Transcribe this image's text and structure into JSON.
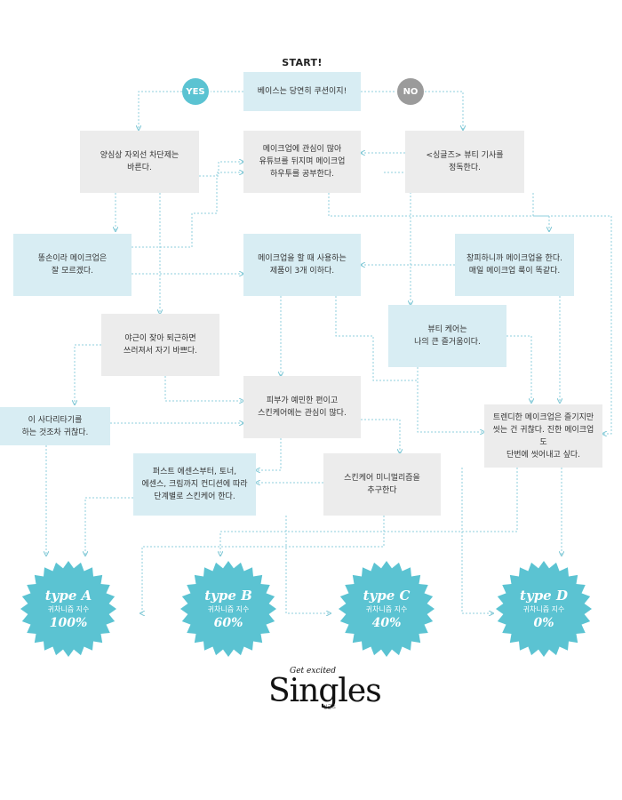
{
  "start_label": "START!",
  "branches": {
    "yes": "YES",
    "no": "NO"
  },
  "nodes": {
    "n_q1": "베이스는 당연히 쿠션이지!",
    "n_yang": "양심상 자외선 차단제는\n바른다.",
    "n_youtube": "메이크업에 관심이 많아\n유튜브를 뒤지며 메이크업\n하우투를 공부한다.",
    "n_singles": "<싱글즈> 뷰티 기사를\n정독한다.",
    "n_ttong": "똥손이라 메이크업은\n잘 모르겠다.",
    "n_products": "메이크업을 할 때 사용하는\n제품이 3개 이하다.",
    "n_boring": "창피하니까 메이크업을 한다.\n매일 메이크업 룩이 똑같다.",
    "n_beauty": "뷰티 케어는\n나의 큰 즐거움이다.",
    "n_overtime": "야근이 잦아 퇴근하면\n쓰러져서 자기 바쁘다.",
    "n_skin": "피부가 예민한 편이고\n스킨케어에는 관심이 많다.",
    "n_ladder": "이 사다리타기를\n하는 것조차 귀찮다.",
    "n_trendy": "트렌디한 메이크업은 즐기지만\n씻는 건 귀찮다. 진한 메이크업도\n단번에 씻어내고 싶다.",
    "n_steps": "퍼스트 에센스부터, 토너,\n에센스, 크림까지 컨디션에 따라\n단계별로 스킨케어 한다.",
    "n_minimal": "스킨케어 미니멀리즘을\n추구한다"
  },
  "results": [
    {
      "type": "type A",
      "label": "귀차니즘 지수",
      "value": "100%"
    },
    {
      "type": "type B",
      "label": "귀차니즘 지수",
      "value": "60%"
    },
    {
      "type": "type C",
      "label": "귀차니즘 지수",
      "value": "40%"
    },
    {
      "type": "type D",
      "label": "귀차니즘 지수",
      "value": "0%"
    }
  ],
  "logo": {
    "tagline": "Get excited",
    "wordmark": "Singles",
    "sub": "싱글즈"
  },
  "colors": {
    "accent": "#5bc3d2",
    "node_blue": "#d8edf3",
    "node_gray": "#ececec",
    "no_pill": "#9b9b9b",
    "connector": "#8fcfdc"
  }
}
